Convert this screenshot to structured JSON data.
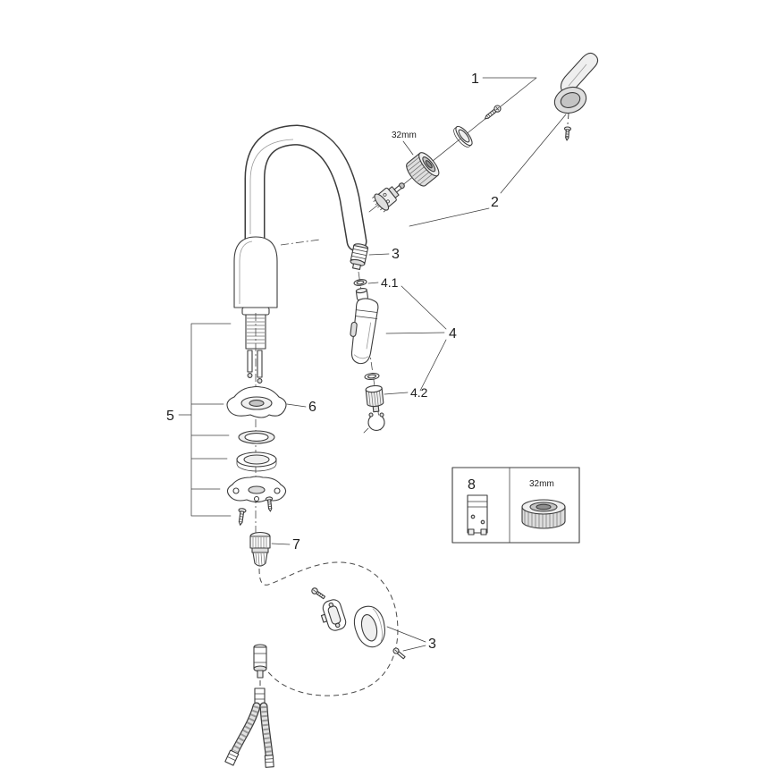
{
  "diagram": {
    "background": "#ffffff",
    "line_color": "#3c3c3c",
    "callouts": [
      {
        "part": "lever-handle",
        "label": "1"
      },
      {
        "part": "cartridge-assembly",
        "label": "2"
      },
      {
        "part": "hose-nipple",
        "label": "3"
      },
      {
        "part": "spray-head",
        "label": "4"
      },
      {
        "part": "spray-head-top-parts",
        "label": "4.1"
      },
      {
        "part": "spray-head-bottom-parts",
        "label": "4.2"
      },
      {
        "part": "mounting-set",
        "label": "5"
      },
      {
        "part": "escutcheon",
        "label": "6"
      },
      {
        "part": "hose-connector",
        "label": "7"
      },
      {
        "part": "wall-holder",
        "label": "3"
      },
      {
        "part": "service-kit",
        "label": "8"
      }
    ],
    "size_labels": [
      {
        "part": "cartridge-cap",
        "text": "32mm"
      },
      {
        "part": "service-kit-ring",
        "text": "32mm"
      }
    ]
  }
}
